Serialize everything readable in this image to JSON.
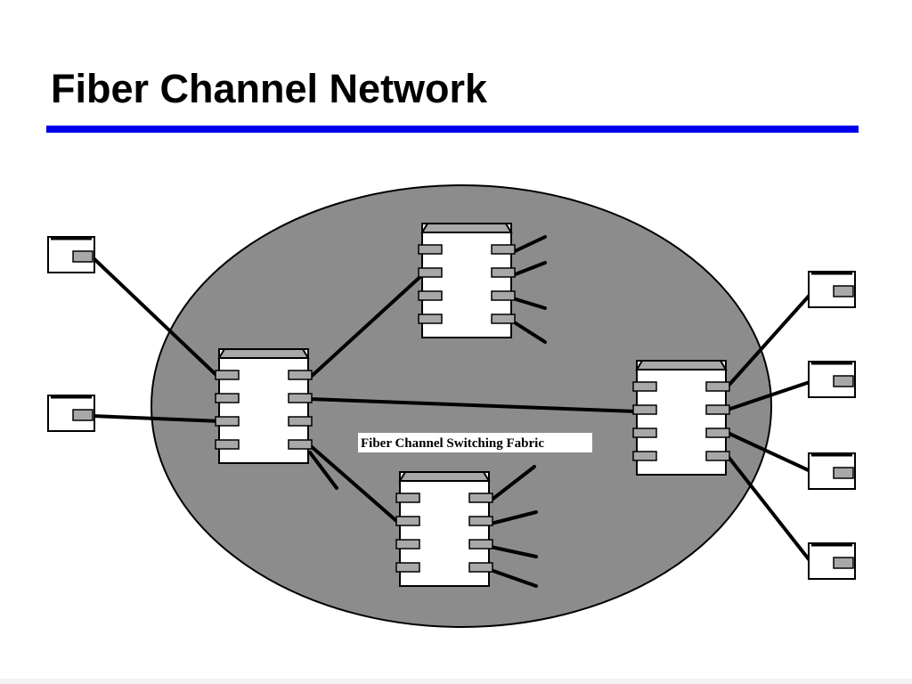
{
  "slide": {
    "title": "Fiber Channel Network",
    "accent_color": "#0000ee"
  },
  "diagram": {
    "fabric_label": "Fiber Channel Switching Fabric",
    "fabric_color": "#8c8c8c",
    "device_icon": "node-box-icon",
    "switch_icon": "fabric-switch-icon",
    "switch_count": 4,
    "node_count": 6
  }
}
